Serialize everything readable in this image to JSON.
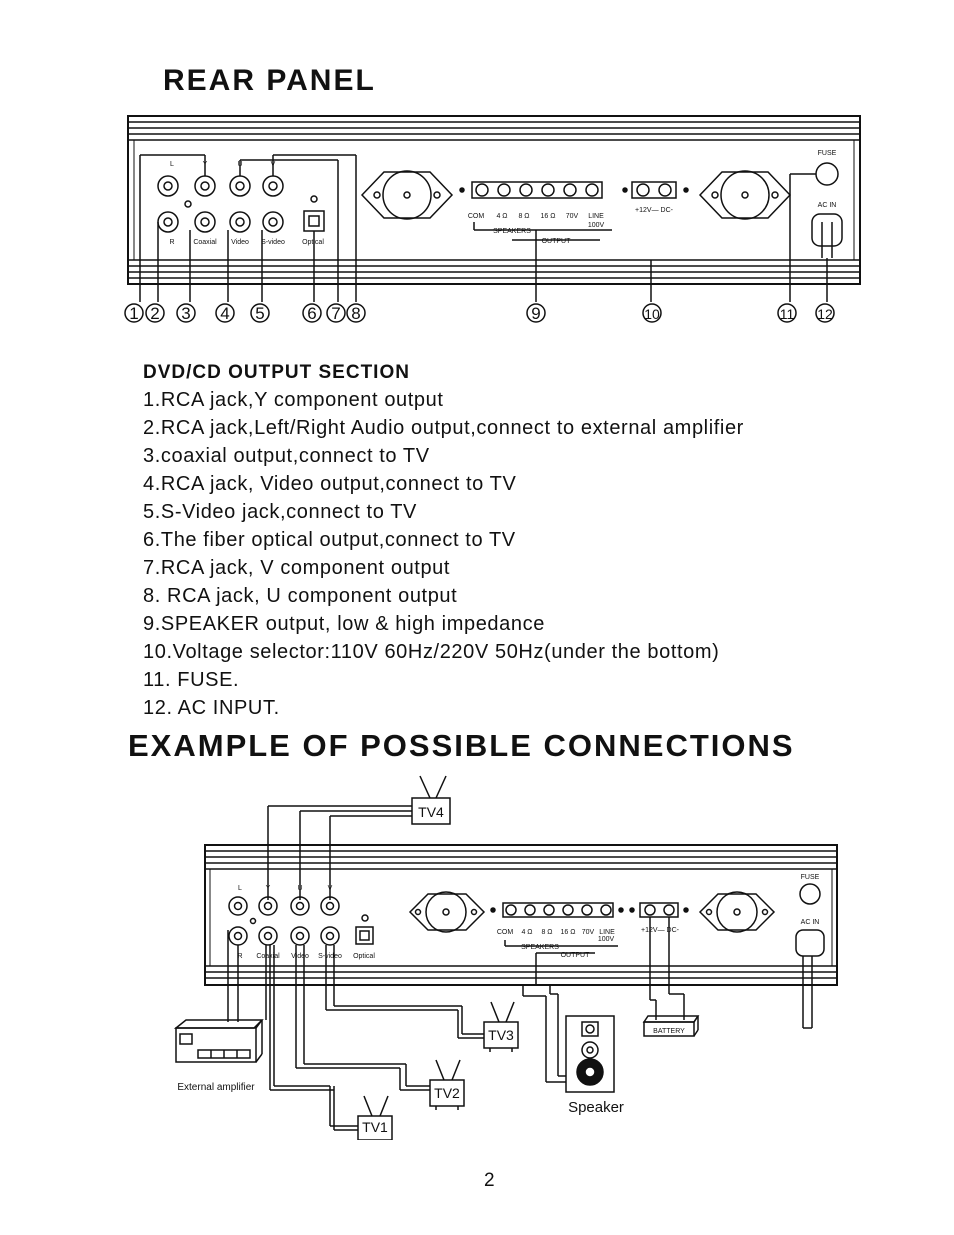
{
  "rear_panel": {
    "title": "REAR PANEL",
    "jack_labels": {
      "l": "L",
      "y": "Y",
      "u": "U",
      "v": "V",
      "r": "R",
      "coaxial": "Coaxial",
      "video": "Video",
      "svideo": "S-video",
      "optical": "Optical"
    },
    "speaker_labels": [
      "COM",
      "4 Ω",
      "8 Ω",
      "16 Ω",
      "70V",
      "LINE",
      "100V"
    ],
    "speakers_label": "SPEAKERS",
    "output_label": "OUTPUT",
    "dc_label": "+12V— DC-",
    "fuse_label": "FUSE",
    "ac_in_label": "AC IN",
    "callouts": [
      "1",
      "2",
      "3",
      "4",
      "5",
      "6",
      "7",
      "8",
      "9",
      "10",
      "11",
      "12"
    ]
  },
  "section": {
    "heading": "DVD/CD OUTPUT SECTION",
    "items": [
      "1.RCA jack,Y component output",
      "2.RCA jack,Left/Right Audio output,connect to external amplifier",
      "3.coaxial output,connect to TV",
      "4.RCA jack, Video output,connect to TV",
      "5.S-Video jack,connect to TV",
      "6.The fiber optical output,connect to TV",
      "7.RCA jack, V component output",
      "8. RCA jack, U component output",
      "9.SPEAKER output, low & high impedance",
      "10.Voltage selector:110V 60Hz/220V 50Hz(under the bottom)",
      "11. FUSE.",
      "12. AC INPUT."
    ]
  },
  "connections": {
    "title": "EXAMPLE OF POSSIBLE CONNECTIONS",
    "tv_labels": [
      "TV4",
      "TV3",
      "TV2",
      "TV1"
    ],
    "battery_label": "BATTERY",
    "speaker_label": "Speaker",
    "amplifier_label": "External amplifier"
  },
  "page_number": "2"
}
